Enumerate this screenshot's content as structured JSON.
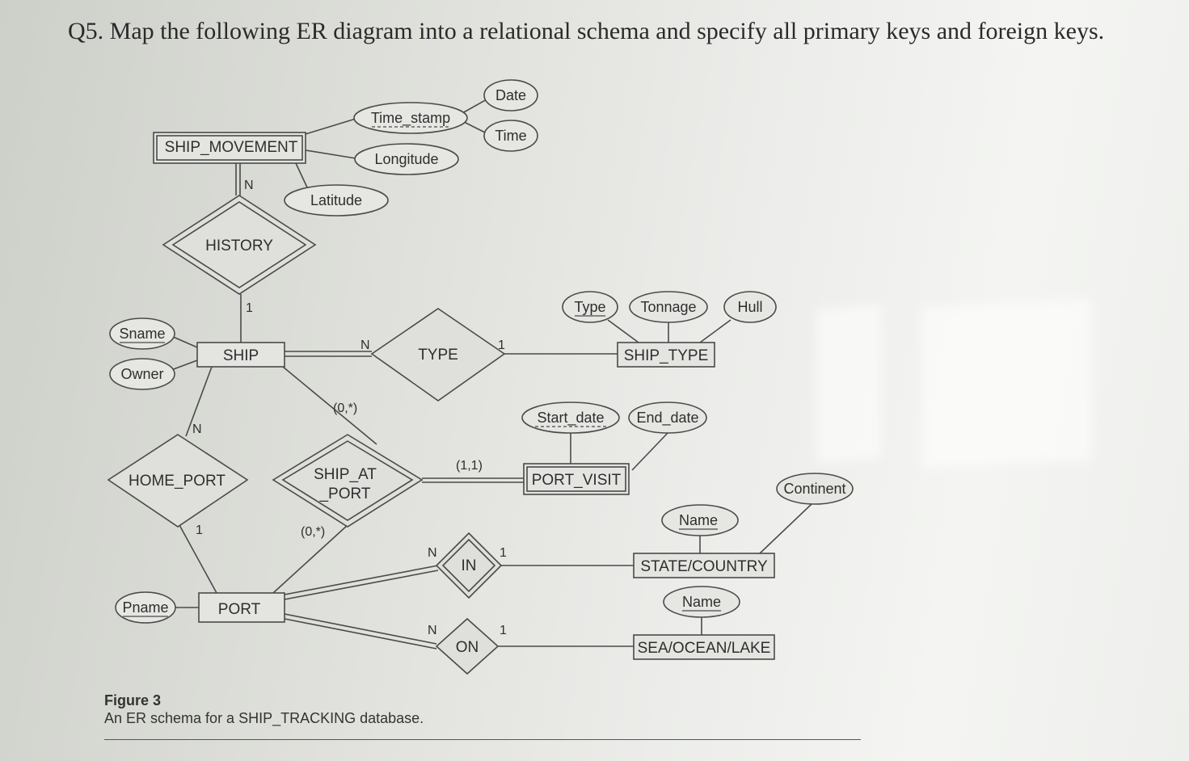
{
  "question": "Q5. Map the following ER diagram into a relational schema and specify all primary keys and foreign keys.",
  "figure": {
    "title": "Figure 3",
    "caption": "An ER schema for a SHIP_TRACKING database."
  },
  "entities": {
    "ship_movement": "SHIP_MOVEMENT",
    "ship": "SHIP",
    "ship_type": "SHIP_TYPE",
    "port_visit": "PORT_VISIT",
    "port": "PORT",
    "state_country": "STATE/COUNTRY",
    "sea_ocean_lake": "SEA/OCEAN/LAKE"
  },
  "relationships": {
    "history": "HISTORY",
    "type": "TYPE",
    "home_port": "HOME_PORT",
    "ship_at_port_line1": "SHIP_AT",
    "ship_at_port_line2": "_PORT",
    "in": "IN",
    "on": "ON"
  },
  "attributes": {
    "time_stamp": "Time_stamp",
    "date": "Date",
    "time": "Time",
    "longitude": "Longitude",
    "latitude": "Latitude",
    "sname": "Sname",
    "owner": "Owner",
    "type": "Type",
    "tonnage": "Tonnage",
    "hull": "Hull",
    "start_date": "Start_date",
    "end_date": "End_date",
    "continent": "Continent",
    "state_name": "Name",
    "sea_name": "Name",
    "pname": "Pname"
  },
  "cardinalities": {
    "history_movement": "N",
    "history_ship": "1",
    "type_ship": "N",
    "type_shiptype": "1",
    "homeport_ship": "N",
    "homeport_port": "1",
    "shipat_ship": "(0,*)",
    "shipat_port": "(0,*)",
    "shipat_visit": "(1,1)",
    "in_port": "N",
    "in_state": "1",
    "on_port": "N",
    "on_sea": "1"
  },
  "colors": {
    "line": "#4a4a4a",
    "box_fill": "#e4e5e1",
    "text": "#2e2e2e"
  }
}
